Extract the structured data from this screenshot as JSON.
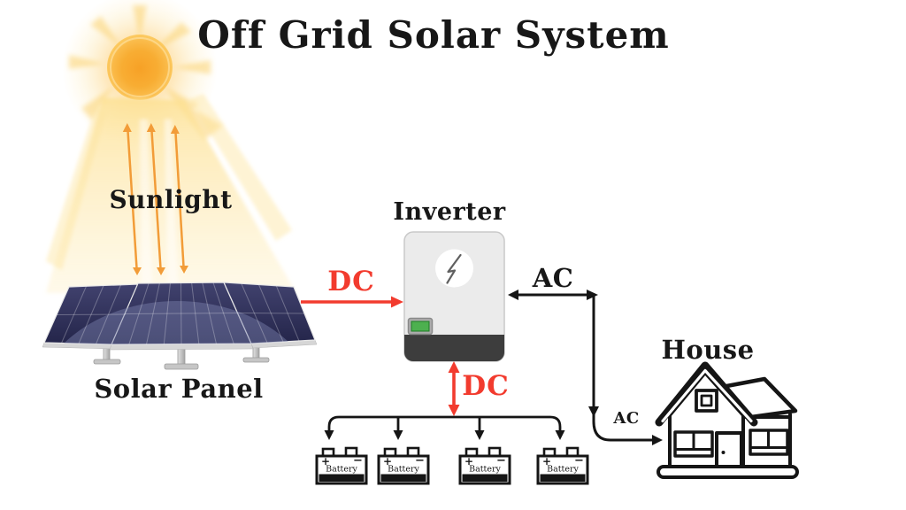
{
  "title": "Off Grid Solar System",
  "labels": {
    "sunlight": "Sunlight",
    "solar_panel": "Solar Panel",
    "inverter": "Inverter",
    "house": "House",
    "dc_panel_to_inverter": "DC",
    "dc_inverter_to_battery": "DC",
    "ac_inverter": "AC",
    "ac_house": "AC"
  },
  "batteries": {
    "items": [
      {
        "plus": "+",
        "name": "Battery",
        "minus": "−"
      },
      {
        "plus": "+",
        "name": "Battery",
        "minus": "−"
      },
      {
        "plus": "+",
        "name": "Battery",
        "minus": "−"
      },
      {
        "plus": "+",
        "name": "Battery",
        "minus": "−"
      }
    ]
  },
  "icons": {
    "sun": "sun-icon",
    "solar_panel": "solar-panel-icon",
    "inverter": "inverter-icon",
    "lightning": "lightning-bolt-icon",
    "battery": "battery-icon",
    "house": "house-icon"
  },
  "colors": {
    "dc_red": "#f23b2e",
    "sun_orange": "#f7a126",
    "arrow_orange": "#f29c38",
    "line_black": "#151515",
    "led_green": "#4db04f",
    "panel_navy": "#2c2d55"
  }
}
